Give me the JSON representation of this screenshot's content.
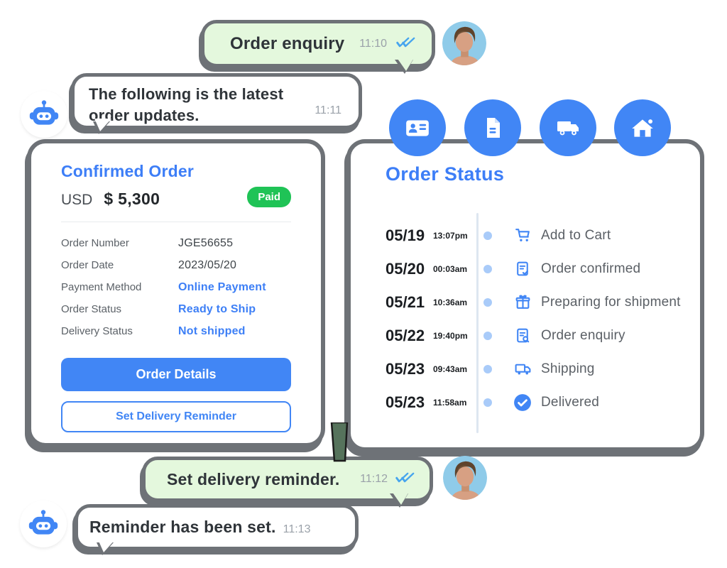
{
  "colors": {
    "accent_blue": "#4186f5",
    "link_blue": "#3d7ff6",
    "outline_gray": "#6e7277",
    "bubble_green": "#e4f8dd",
    "badge_green": "#1fc356",
    "dot_blue": "#a9cbf9",
    "check_blue": "#47a5ee"
  },
  "messages": {
    "user1": {
      "text": "Order enquiry",
      "time": "11:10"
    },
    "bot1": {
      "text": "The following is the latest order updates.",
      "time": "11:11"
    },
    "user2": {
      "text": "Set delivery reminder.",
      "time": "11:12"
    },
    "bot2": {
      "text": "Reminder has been set.",
      "time": "11:13"
    }
  },
  "order_card": {
    "title": "Confirmed Order",
    "currency": "USD",
    "amount": "$ 5,300",
    "badge": "Paid",
    "fields": [
      {
        "label": "Order Number",
        "value": "JGE56655"
      },
      {
        "label": "Order Date",
        "value": "2023/05/20"
      },
      {
        "label": "Payment Method",
        "value": "Online Payment"
      },
      {
        "label": "Order Status",
        "value": "Ready to Ship"
      },
      {
        "label": "Delivery Status",
        "value": "Not shipped"
      }
    ],
    "primary_button": "Order Details",
    "secondary_button": "Set Delivery Reminder"
  },
  "status_card": {
    "title": "Order Status",
    "header_icons": [
      "id-card",
      "document",
      "truck",
      "home"
    ],
    "timeline": [
      {
        "date": "05/19",
        "time": "13:07pm",
        "label": "Add to Cart",
        "icon": "cart"
      },
      {
        "date": "05/20",
        "time": "00:03am",
        "label": "Order confirmed",
        "icon": "order-confirmed"
      },
      {
        "date": "05/21",
        "time": "10:36am",
        "label": "Preparing for shipment",
        "icon": "gift"
      },
      {
        "date": "05/22",
        "time": "19:40pm",
        "label": "Order enquiry",
        "icon": "document-search"
      },
      {
        "date": "05/23",
        "time": "09:43am",
        "label": "Shipping",
        "icon": "truck"
      },
      {
        "date": "05/23",
        "time": "11:58am",
        "label": "Delivered",
        "icon": "check-circle"
      }
    ]
  }
}
